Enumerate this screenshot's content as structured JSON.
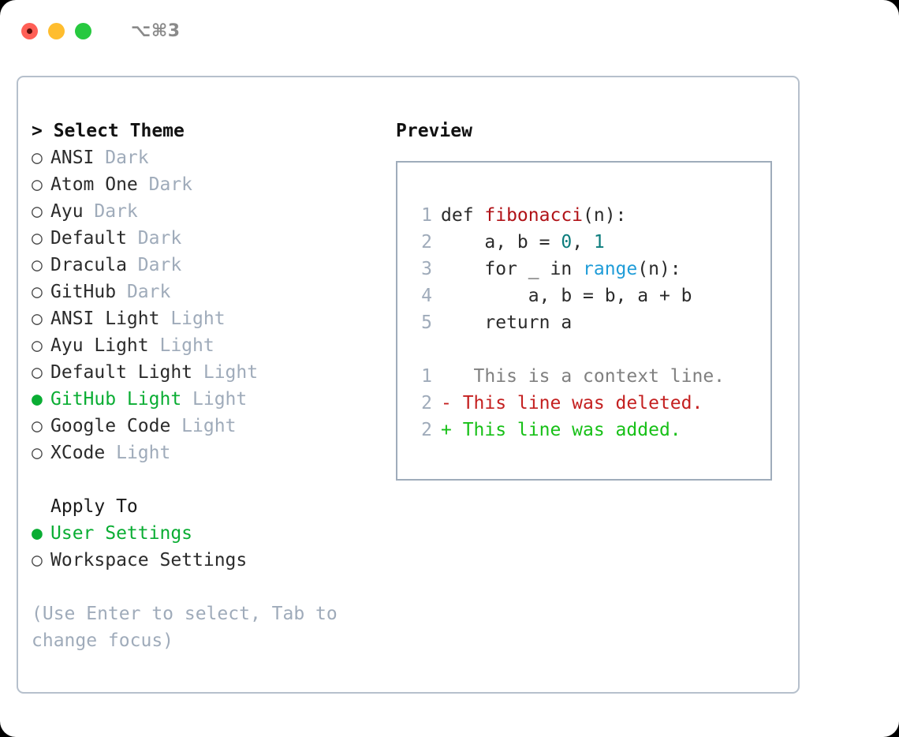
{
  "titlebar": {
    "shortcut": "⌥⌘3",
    "lights": [
      "close",
      "minimize",
      "maximize"
    ]
  },
  "theme_list": {
    "header": "> Select Theme",
    "marker_unselected": "○",
    "marker_selected": "●",
    "items": [
      {
        "marker": "○",
        "name": "ANSI",
        "kind": "Dark",
        "selected": false
      },
      {
        "marker": "○",
        "name": "Atom One",
        "kind": "Dark",
        "selected": false
      },
      {
        "marker": "○",
        "name": "Ayu",
        "kind": "Dark",
        "selected": false
      },
      {
        "marker": "○",
        "name": "Default",
        "kind": "Dark",
        "selected": false
      },
      {
        "marker": "○",
        "name": "Dracula",
        "kind": "Dark",
        "selected": false
      },
      {
        "marker": "○",
        "name": "GitHub",
        "kind": "Dark",
        "selected": false
      },
      {
        "marker": "○",
        "name": "ANSI Light",
        "kind": "Light",
        "selected": false
      },
      {
        "marker": "○",
        "name": "Ayu Light",
        "kind": "Light",
        "selected": false
      },
      {
        "marker": "○",
        "name": "Default Light",
        "kind": "Light",
        "selected": false
      },
      {
        "marker": "●",
        "name": "GitHub Light",
        "kind": "Light",
        "selected": true
      },
      {
        "marker": "○",
        "name": "Google Code",
        "kind": "Light",
        "selected": false
      },
      {
        "marker": "○",
        "name": "XCode",
        "kind": "Light",
        "selected": false
      }
    ]
  },
  "apply_to": {
    "header": "Apply To",
    "options": [
      {
        "marker": "●",
        "label": "User Settings",
        "selected": true
      },
      {
        "marker": "○",
        "label": "Workspace Settings",
        "selected": false
      }
    ]
  },
  "hint": "(Use Enter to select, Tab to change focus)",
  "preview": {
    "title": "Preview",
    "code_lines": [
      {
        "n": "1",
        "tokens": [
          {
            "t": "def ",
            "c": "kw"
          },
          {
            "t": "fibonacci",
            "c": "fn"
          },
          {
            "t": "(n):",
            "c": "kw"
          }
        ]
      },
      {
        "n": "2",
        "tokens": [
          {
            "t": "    a, b = ",
            "c": "var"
          },
          {
            "t": "0",
            "c": "num"
          },
          {
            "t": ", ",
            "c": "var"
          },
          {
            "t": "1",
            "c": "num"
          }
        ]
      },
      {
        "n": "3",
        "tokens": [
          {
            "t": "    for _ in ",
            "c": "kw"
          },
          {
            "t": "range",
            "c": "bi"
          },
          {
            "t": "(n):",
            "c": "kw"
          }
        ]
      },
      {
        "n": "4",
        "tokens": [
          {
            "t": "        a, b = b, a + b",
            "c": "var"
          }
        ]
      },
      {
        "n": "5",
        "tokens": [
          {
            "t": "    return a",
            "c": "kw"
          }
        ]
      }
    ],
    "diff_lines": [
      {
        "n": "1",
        "sign": " ",
        "text": "  This is a context line.",
        "kind": "ctx"
      },
      {
        "n": "2",
        "sign": "-",
        "text": " This line was deleted.",
        "kind": "del"
      },
      {
        "n": "2",
        "sign": "+",
        "text": " This line was added.",
        "kind": "add"
      }
    ]
  },
  "colors": {
    "selected_green": "#0aad33",
    "muted": "#9fabba",
    "function_red": "#b01217",
    "builtin_blue": "#1f9cd8",
    "number_teal": "#0d7d7d",
    "diff_add": "#17c017",
    "diff_del": "#c42020",
    "border": "#b6c0cc"
  }
}
